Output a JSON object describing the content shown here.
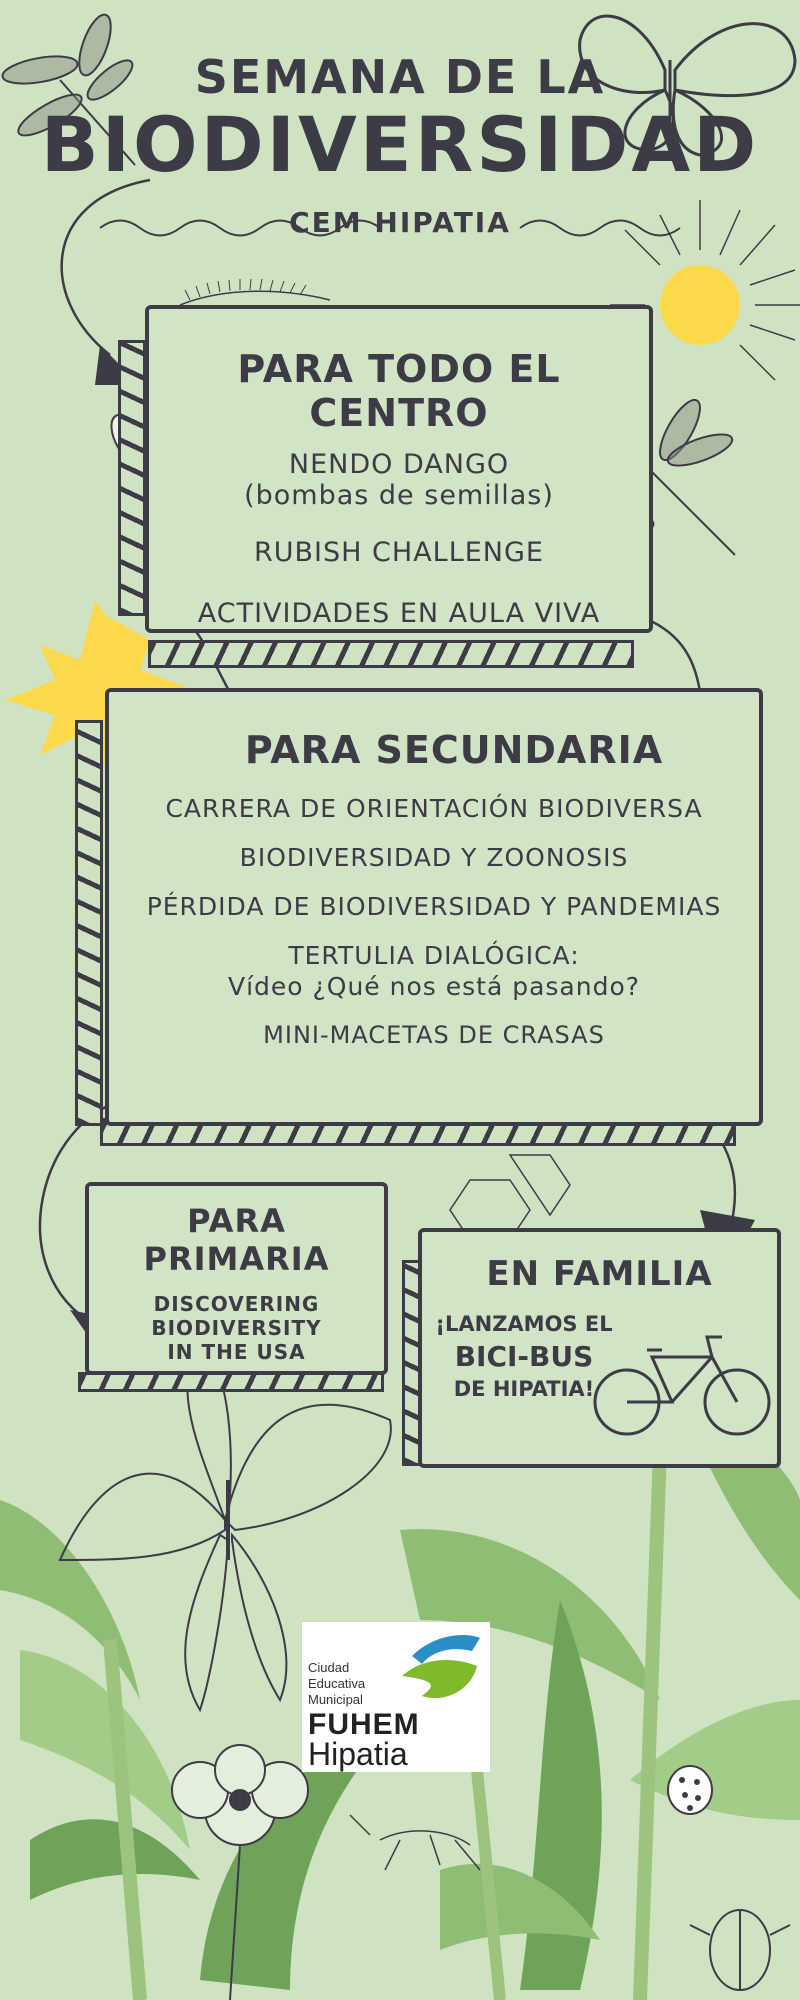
{
  "header": {
    "line1": "SEMANA DE LA",
    "line2": "BIODIVERSIDAD",
    "school": "CEM HIPATIA"
  },
  "centro": {
    "title": "PARA TODO EL CENTRO",
    "items": [
      "NENDO DANGO",
      "(bombas de semillas)",
      "RUBISH CHALLENGE",
      "ACTIVIDADES EN AULA VIVA"
    ]
  },
  "secundaria": {
    "title": "PARA SECUNDARIA",
    "items": [
      "CARRERA DE ORIENTACIÓN BIODIVERSA",
      "BIODIVERSIDAD Y ZOONOSIS",
      "PÉRDIDA DE BIODIVERSIDAD Y PANDEMIAS",
      "TERTULIA DIALÓGICA:",
      "Vídeo ¿Qué nos está pasando?",
      "MINI-MACETAS DE CRASAS"
    ]
  },
  "primaria": {
    "title": "PARA PRIMARIA",
    "items": [
      "DISCOVERING",
      "BIODIVERSITY",
      "IN THE USA"
    ]
  },
  "familia": {
    "title": "EN FAMILIA",
    "items": [
      "¡LANZAMOS EL",
      "BICI-BUS",
      "DE HIPATIA!"
    ]
  },
  "logo": {
    "line1": "Ciudad",
    "line2": "Educativa",
    "line3": "Municipal",
    "brand": "FUHEM",
    "name": "Hipatia"
  },
  "colors": {
    "background": "#cfe3c3",
    "ink": "#3d3b45",
    "sun": "#fcd94a",
    "leaf_light": "#9cc47e",
    "leaf_dark": "#6fa35a",
    "logo_blue": "#2a8fc4",
    "logo_green": "#7fba2b"
  },
  "icons": [
    "dragonfly-icon",
    "butterfly-icon",
    "sun-icon",
    "bee-icon",
    "centipede-icon",
    "bicycle-icon",
    "ladybug-icon",
    "beetle-icon",
    "grasshopper-icon",
    "flower-icon",
    "leaf-icon"
  ]
}
